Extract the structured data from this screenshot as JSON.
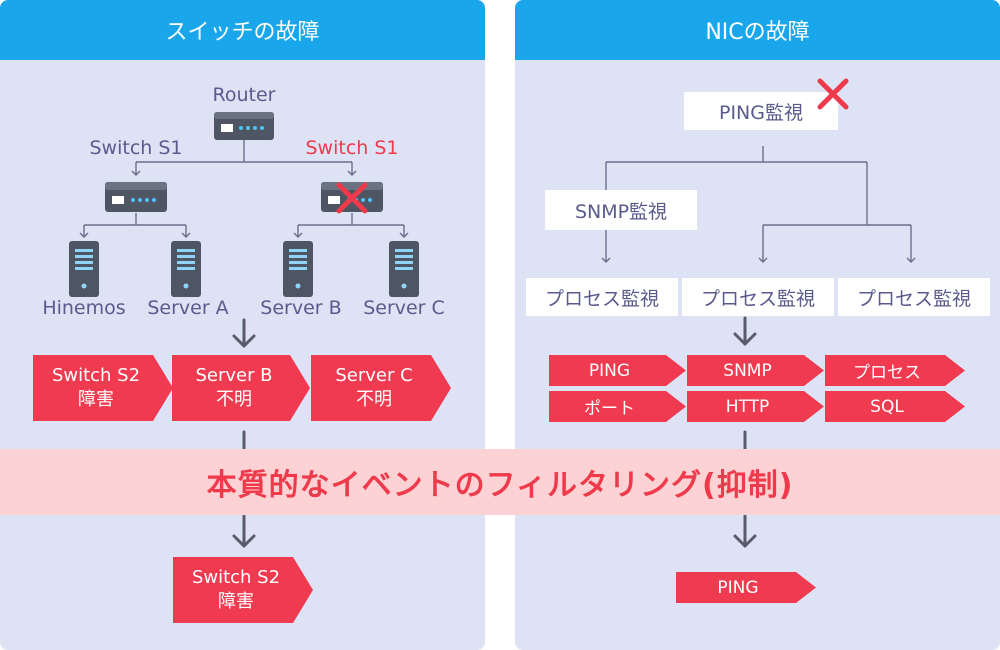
{
  "left": {
    "title": "スイッチの故障",
    "router_label": "Router",
    "switch_left_label": "Switch S1",
    "switch_right_label": "Switch S1",
    "servers": [
      "Hinemos",
      "Server A",
      "Server B",
      "Server C"
    ],
    "events": [
      {
        "line1": "Switch S2",
        "line2": "障害"
      },
      {
        "line1": "Server B",
        "line2": "不明"
      },
      {
        "line1": "Server C",
        "line2": "不明"
      }
    ],
    "result": {
      "line1": "Switch S2",
      "line2": "障害"
    }
  },
  "right": {
    "title": "NICの故障",
    "ping_monitor": "PING監視",
    "snmp_monitor": "SNMP監視",
    "process_monitors": [
      "プロセス監視",
      "プロセス監視",
      "プロセス監視"
    ],
    "events": [
      "PING",
      "SNMP",
      "プロセス",
      "ポート",
      "HTTP",
      "SQL"
    ],
    "result": "PING"
  },
  "band_text": "本質的なイベントのフィルタリング(抑制)",
  "colors": {
    "header": "#1aa6ea",
    "panel": "#dde3f5",
    "event": "#f03a50",
    "band": "#fcd2d4",
    "band_text": "#ef3a4c",
    "label": "#5a5a8c",
    "fail_mark": "#ef3a4c"
  }
}
